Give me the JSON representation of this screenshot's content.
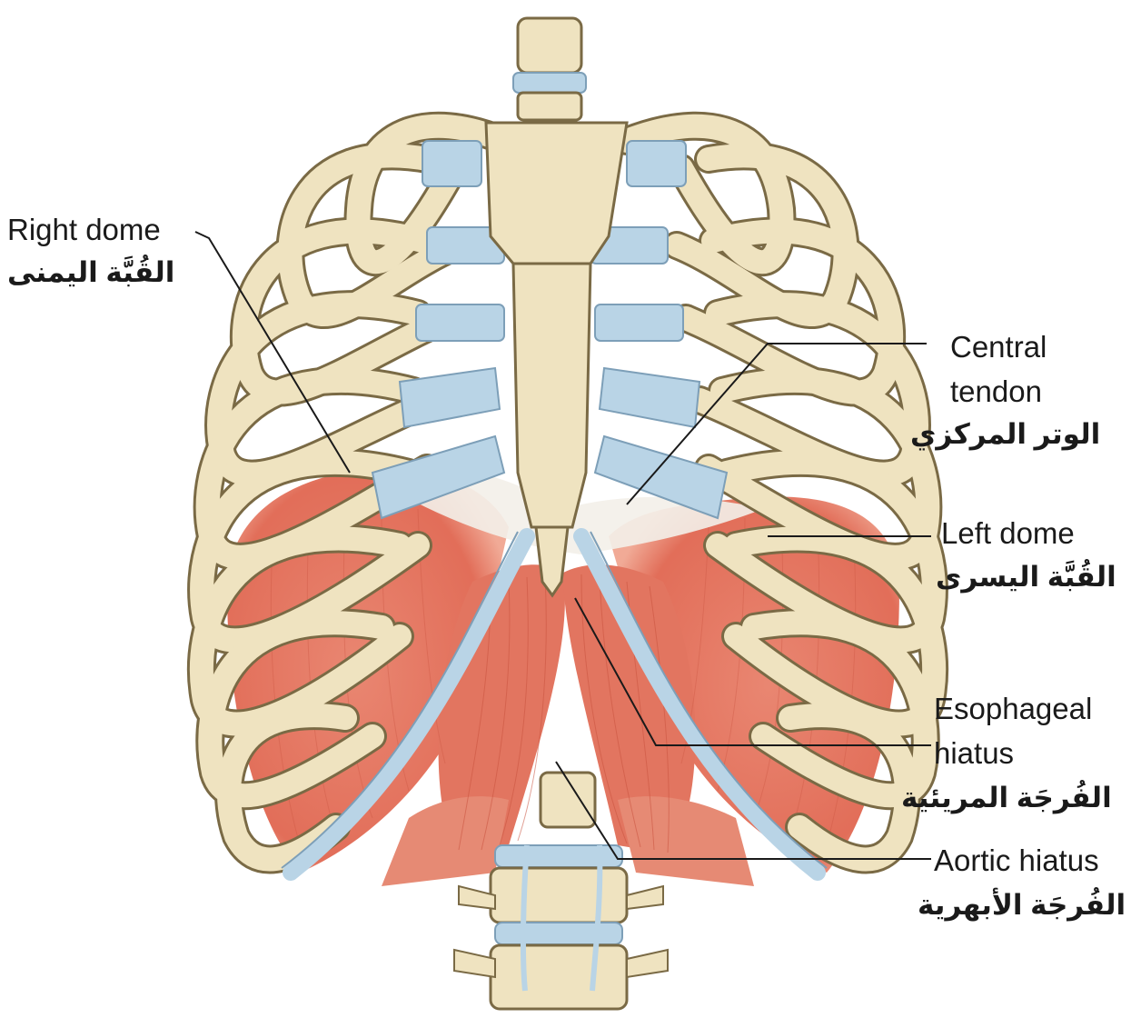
{
  "labels": {
    "right_dome": {
      "en": "Right dome",
      "ar": "القُبَّة اليمنى"
    },
    "central_tendon": {
      "en_line1": "Central",
      "en_line2": "tendon",
      "ar": "الوتر المركزي"
    },
    "left_dome": {
      "en": "Left dome",
      "ar": "القُبَّة اليسرى"
    },
    "esophageal_hiatus": {
      "en_line1": "Esophageal",
      "en_line2": "hiatus",
      "ar": "الفُرجَة المريئية"
    },
    "aortic_hiatus": {
      "en": "Aortic hiatus",
      "ar": "الفُرجَة الأبهرية"
    }
  },
  "colors": {
    "bone": "#efe3c0",
    "bone_outline": "#7a6a45",
    "cartilage": "#b9d4e6",
    "muscle": "#e3705a",
    "muscle_light": "#f2a58f",
    "leader_line": "#1a1a1a"
  }
}
